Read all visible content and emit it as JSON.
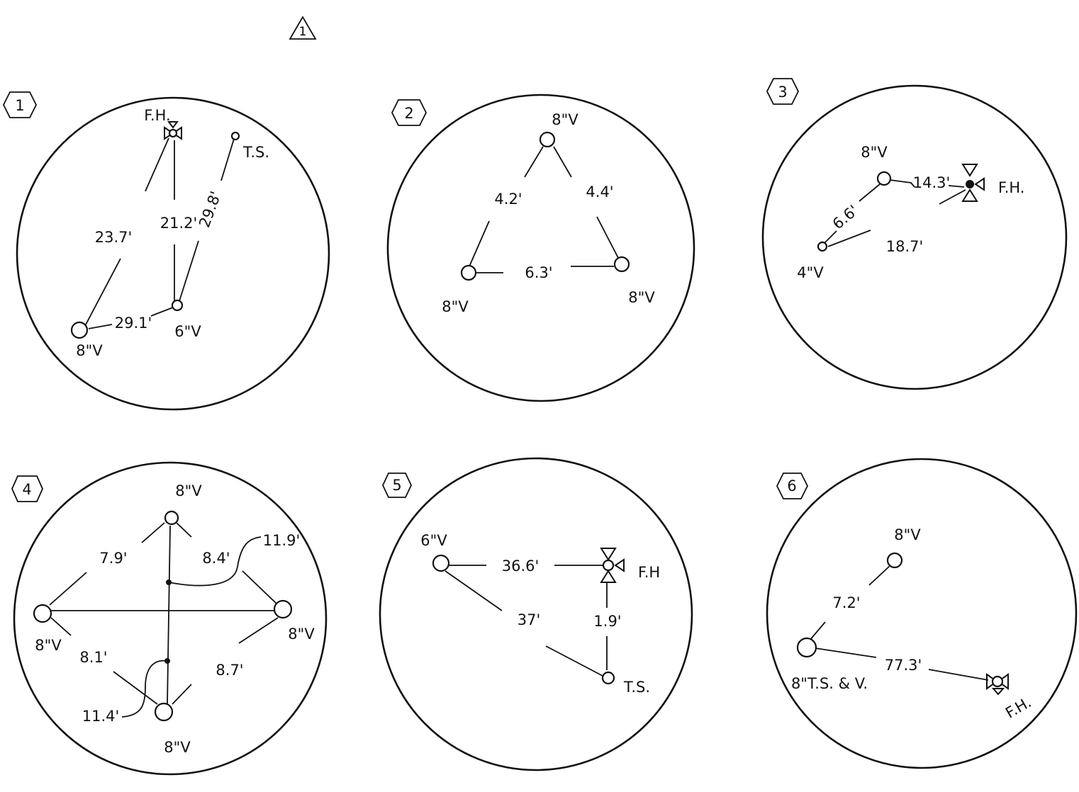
{
  "sheet": {
    "revision_mark": "1"
  },
  "details": [
    {
      "number": "1",
      "nodes": [
        {
          "label": "F.H.",
          "kind": "fire-hydrant"
        },
        {
          "label": "T.S.",
          "kind": "small"
        },
        {
          "label": "8\"V",
          "kind": "valve"
        },
        {
          "label": "6\"V",
          "kind": "small"
        }
      ],
      "dimensions": [
        "23.7'",
        "21.2'",
        "29.8'",
        "29.1'"
      ]
    },
    {
      "number": "2",
      "nodes": [
        {
          "label": "8\"V",
          "kind": "valve"
        },
        {
          "label": "8\"V",
          "kind": "valve"
        },
        {
          "label": "8\"V",
          "kind": "valve"
        }
      ],
      "dimensions": [
        "4.2'",
        "4.4'",
        "6.3'"
      ]
    },
    {
      "number": "3",
      "nodes": [
        {
          "label": "8\"V",
          "kind": "valve"
        },
        {
          "label": "F.H.",
          "kind": "fire-hydrant"
        },
        {
          "label": "4\"V",
          "kind": "small"
        }
      ],
      "dimensions": [
        "6.6'",
        "14.3'",
        "18.7'"
      ]
    },
    {
      "number": "4",
      "nodes": [
        {
          "label": "8\"V",
          "kind": "valve"
        },
        {
          "label": "8\"V",
          "kind": "valve"
        },
        {
          "label": "8\"V",
          "kind": "valve"
        },
        {
          "label": "8\"V",
          "kind": "valve"
        }
      ],
      "dimensions": [
        "7.9'",
        "8.4'",
        "11.9'",
        "8.1'",
        "8.7'",
        "11.4'"
      ]
    },
    {
      "number": "5",
      "nodes": [
        {
          "label": "6\"V",
          "kind": "valve"
        },
        {
          "label": "F.H",
          "kind": "fire-hydrant"
        },
        {
          "label": "T.S.",
          "kind": "small"
        }
      ],
      "dimensions": [
        "36.6'",
        "37'",
        "1.9'"
      ]
    },
    {
      "number": "6",
      "nodes": [
        {
          "label": "8\"V",
          "kind": "valve"
        },
        {
          "label": "8\"T.S. & V.",
          "kind": "valve"
        },
        {
          "label": "F.H.",
          "kind": "fire-hydrant"
        }
      ],
      "dimensions": [
        "7.2'",
        "77.3'"
      ]
    }
  ]
}
